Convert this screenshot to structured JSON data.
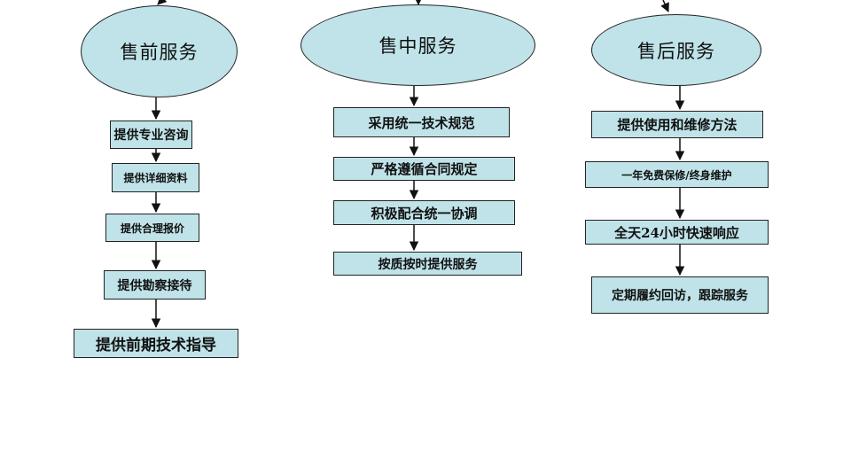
{
  "columns": [
    {
      "title": "售前服务",
      "steps": [
        "提供专业咨询",
        "提供详细资料",
        "提供合理报价",
        "提供勘察接待",
        "提供前期技术指导"
      ]
    },
    {
      "title": "售中服务",
      "steps": [
        "采用统一技术规范",
        "严格遵循合同规定",
        "积极配合统一协调",
        "按质按时提供服务"
      ]
    },
    {
      "title": "售后服务",
      "steps": [
        "提供使用和维修方法",
        "一年免费保修/终身维护",
        "全天24小时快速响应",
        "定期履约回访，跟踪服务"
      ]
    }
  ]
}
